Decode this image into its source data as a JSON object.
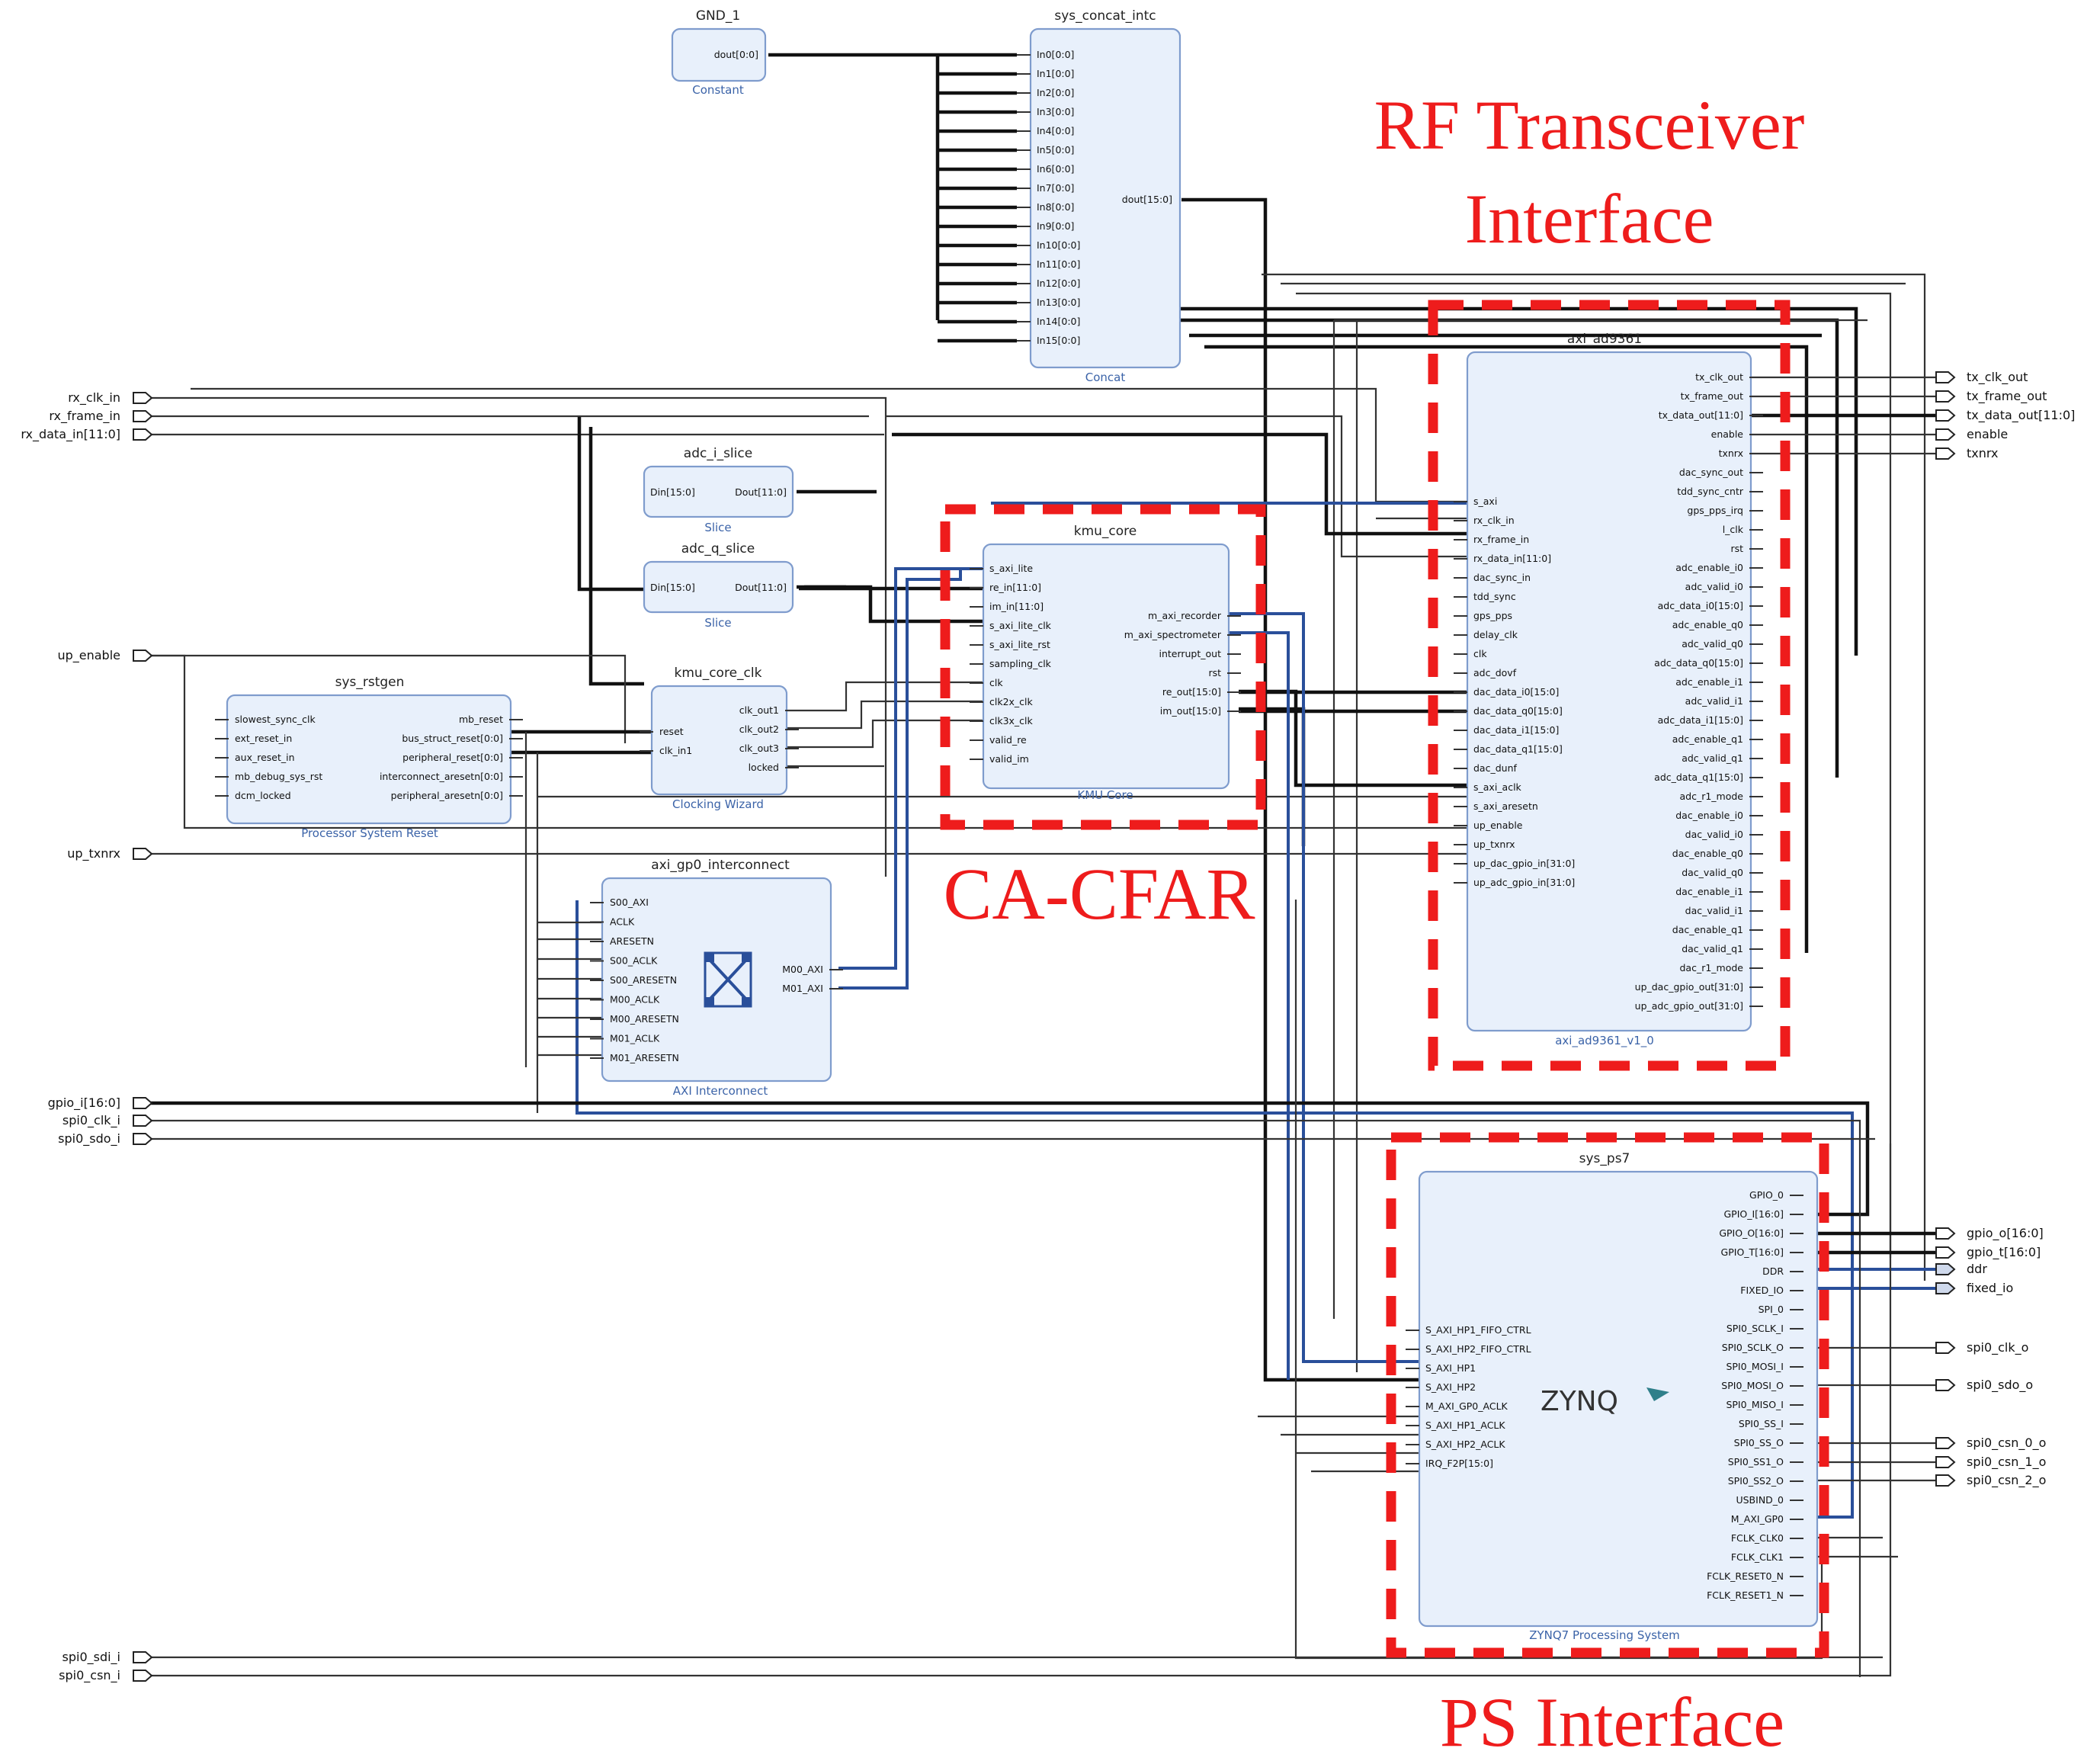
{
  "annotations": {
    "rf_transceiver_line1": "RF Transceiver",
    "rf_transceiver_line2": "Interface",
    "ca_cfar": "CA-CFAR",
    "ps_interface": "PS Interface"
  },
  "ports": {
    "rx_clk_in": "rx_clk_in",
    "rx_frame_in": "rx_frame_in",
    "rx_data_in": "rx_data_in[11:0]",
    "up_enable": "up_enable",
    "up_txnrx": "up_txnrx",
    "gpio_i": "gpio_i[16:0]",
    "spi0_clk_i": "spi0_clk_i",
    "spi0_sdo_i": "spi0_sdo_i",
    "spi0_sdi_i": "spi0_sdi_i",
    "spi0_csn_i": "spi0_csn_i",
    "tx_clk_out": "tx_clk_out",
    "tx_frame_out": "tx_frame_out",
    "tx_data_out": "tx_data_out[11:0]",
    "enable": "enable",
    "txnrx": "txnrx",
    "gpio_o": "gpio_o[16:0]",
    "gpio_t": "gpio_t[16:0]",
    "ddr": "ddr",
    "fixed_io": "fixed_io",
    "spi0_clk_o": "spi0_clk_o",
    "spi0_sdo_o": "spi0_sdo_o",
    "spi0_csn_0_o": "spi0_csn_0_o",
    "spi0_csn_1_o": "spi0_csn_1_o",
    "spi0_csn_2_o": "spi0_csn_2_o"
  },
  "gnd": {
    "title": "GND_1",
    "subtitle": "Constant",
    "pin": "dout[0:0]"
  },
  "concat": {
    "title": "sys_concat_intc",
    "subtitle": "Concat",
    "inputs": [
      "In0[0:0]",
      "In1[0:0]",
      "In2[0:0]",
      "In3[0:0]",
      "In4[0:0]",
      "In5[0:0]",
      "In6[0:0]",
      "In7[0:0]",
      "In8[0:0]",
      "In9[0:0]",
      "In10[0:0]",
      "In11[0:0]",
      "In12[0:0]",
      "In13[0:0]",
      "In14[0:0]",
      "In15[0:0]"
    ],
    "output": "dout[15:0]"
  },
  "adc_i": {
    "title": "adc_i_slice",
    "subtitle": "Slice",
    "in": "Din[15:0]",
    "out": "Dout[11:0]"
  },
  "adc_q": {
    "title": "adc_q_slice",
    "subtitle": "Slice",
    "in": "Din[15:0]",
    "out": "Dout[11:0]"
  },
  "rstgen": {
    "title": "sys_rstgen",
    "subtitle": "Processor System Reset",
    "inputs": [
      "slowest_sync_clk",
      "ext_reset_in",
      "aux_reset_in",
      "mb_debug_sys_rst",
      "dcm_locked"
    ],
    "outputs": [
      "mb_reset",
      "bus_struct_reset[0:0]",
      "peripheral_reset[0:0]",
      "interconnect_aresetn[0:0]",
      "peripheral_aresetn[0:0]"
    ]
  },
  "clk": {
    "title": "kmu_core_clk",
    "subtitle": "Clocking Wizard",
    "inputs": [
      "reset",
      "clk_in1"
    ],
    "outputs": [
      "clk_out1",
      "clk_out2",
      "clk_out3",
      "locked"
    ]
  },
  "kmu": {
    "title": "kmu_core",
    "subtitle": "KMU Core",
    "inputs": [
      "s_axi_lite",
      "re_in[11:0]",
      "im_in[11:0]",
      "s_axi_lite_clk",
      "s_axi_lite_rst",
      "sampling_clk",
      "clk",
      "clk2x_clk",
      "clk3x_clk",
      "valid_re",
      "valid_im"
    ],
    "outputs": [
      "m_axi_recorder",
      "m_axi_spectrometer",
      "interrupt_out",
      "rst",
      "re_out[15:0]",
      "im_out[15:0]"
    ]
  },
  "axi": {
    "title": "axi_gp0_interconnect",
    "subtitle": "AXI Interconnect",
    "inputs": [
      "S00_AXI",
      "ACLK",
      "ARESETN",
      "S00_ACLK",
      "S00_ARESETN",
      "M00_ACLK",
      "M00_ARESETN",
      "M01_ACLK",
      "M01_ARESETN"
    ],
    "outputs": [
      "M00_AXI",
      "M01_AXI"
    ]
  },
  "ad9361": {
    "title": "axi_ad9361",
    "subtitle": "axi_ad9361_v1_0",
    "inputs": [
      "s_axi",
      "rx_clk_in",
      "rx_frame_in",
      "rx_data_in[11:0]",
      "dac_sync_in",
      "tdd_sync",
      "gps_pps",
      "delay_clk",
      "clk",
      "adc_dovf",
      "dac_data_i0[15:0]",
      "dac_data_q0[15:0]",
      "dac_data_i1[15:0]",
      "dac_data_q1[15:0]",
      "dac_dunf",
      "s_axi_aclk",
      "s_axi_aresetn",
      "up_enable",
      "up_txnrx",
      "up_dac_gpio_in[31:0]",
      "up_adc_gpio_in[31:0]"
    ],
    "outputs": [
      "tx_clk_out",
      "tx_frame_out",
      "tx_data_out[11:0]",
      "enable",
      "txnrx",
      "dac_sync_out",
      "tdd_sync_cntr",
      "gps_pps_irq",
      "l_clk",
      "rst",
      "adc_enable_i0",
      "adc_valid_i0",
      "adc_data_i0[15:0]",
      "adc_enable_q0",
      "adc_valid_q0",
      "adc_data_q0[15:0]",
      "adc_enable_i1",
      "adc_valid_i1",
      "adc_data_i1[15:0]",
      "adc_enable_q1",
      "adc_valid_q1",
      "adc_data_q1[15:0]",
      "adc_r1_mode",
      "dac_enable_i0",
      "dac_valid_i0",
      "dac_enable_q0",
      "dac_valid_q0",
      "dac_enable_i1",
      "dac_valid_i1",
      "dac_enable_q1",
      "dac_valid_q1",
      "dac_r1_mode",
      "up_dac_gpio_out[31:0]",
      "up_adc_gpio_out[31:0]"
    ]
  },
  "ps7": {
    "title": "sys_ps7",
    "subtitle": "ZYNQ7 Processing System",
    "logo": "ZYNQ",
    "inputs": [
      "S_AXI_HP1_FIFO_CTRL",
      "S_AXI_HP2_FIFO_CTRL",
      "S_AXI_HP1",
      "S_AXI_HP2",
      "M_AXI_GP0_ACLK",
      "S_AXI_HP1_ACLK",
      "S_AXI_HP2_ACLK",
      "IRQ_F2P[15:0]"
    ],
    "outputs": [
      "GPIO_0",
      "GPIO_I[16:0]",
      "GPIO_O[16:0]",
      "GPIO_T[16:0]",
      "DDR",
      "FIXED_IO",
      "SPI_0",
      "SPI0_SCLK_I",
      "SPI0_SCLK_O",
      "SPI0_MOSI_I",
      "SPI0_MOSI_O",
      "SPI0_MISO_I",
      "SPI0_SS_I",
      "SPI0_SS_O",
      "SPI0_SS1_O",
      "SPI0_SS2_O",
      "USBIND_0",
      "M_AXI_GP0",
      "FCLK_CLK0",
      "FCLK_CLK1",
      "FCLK_RESET0_N",
      "FCLK_RESET1_N"
    ]
  }
}
